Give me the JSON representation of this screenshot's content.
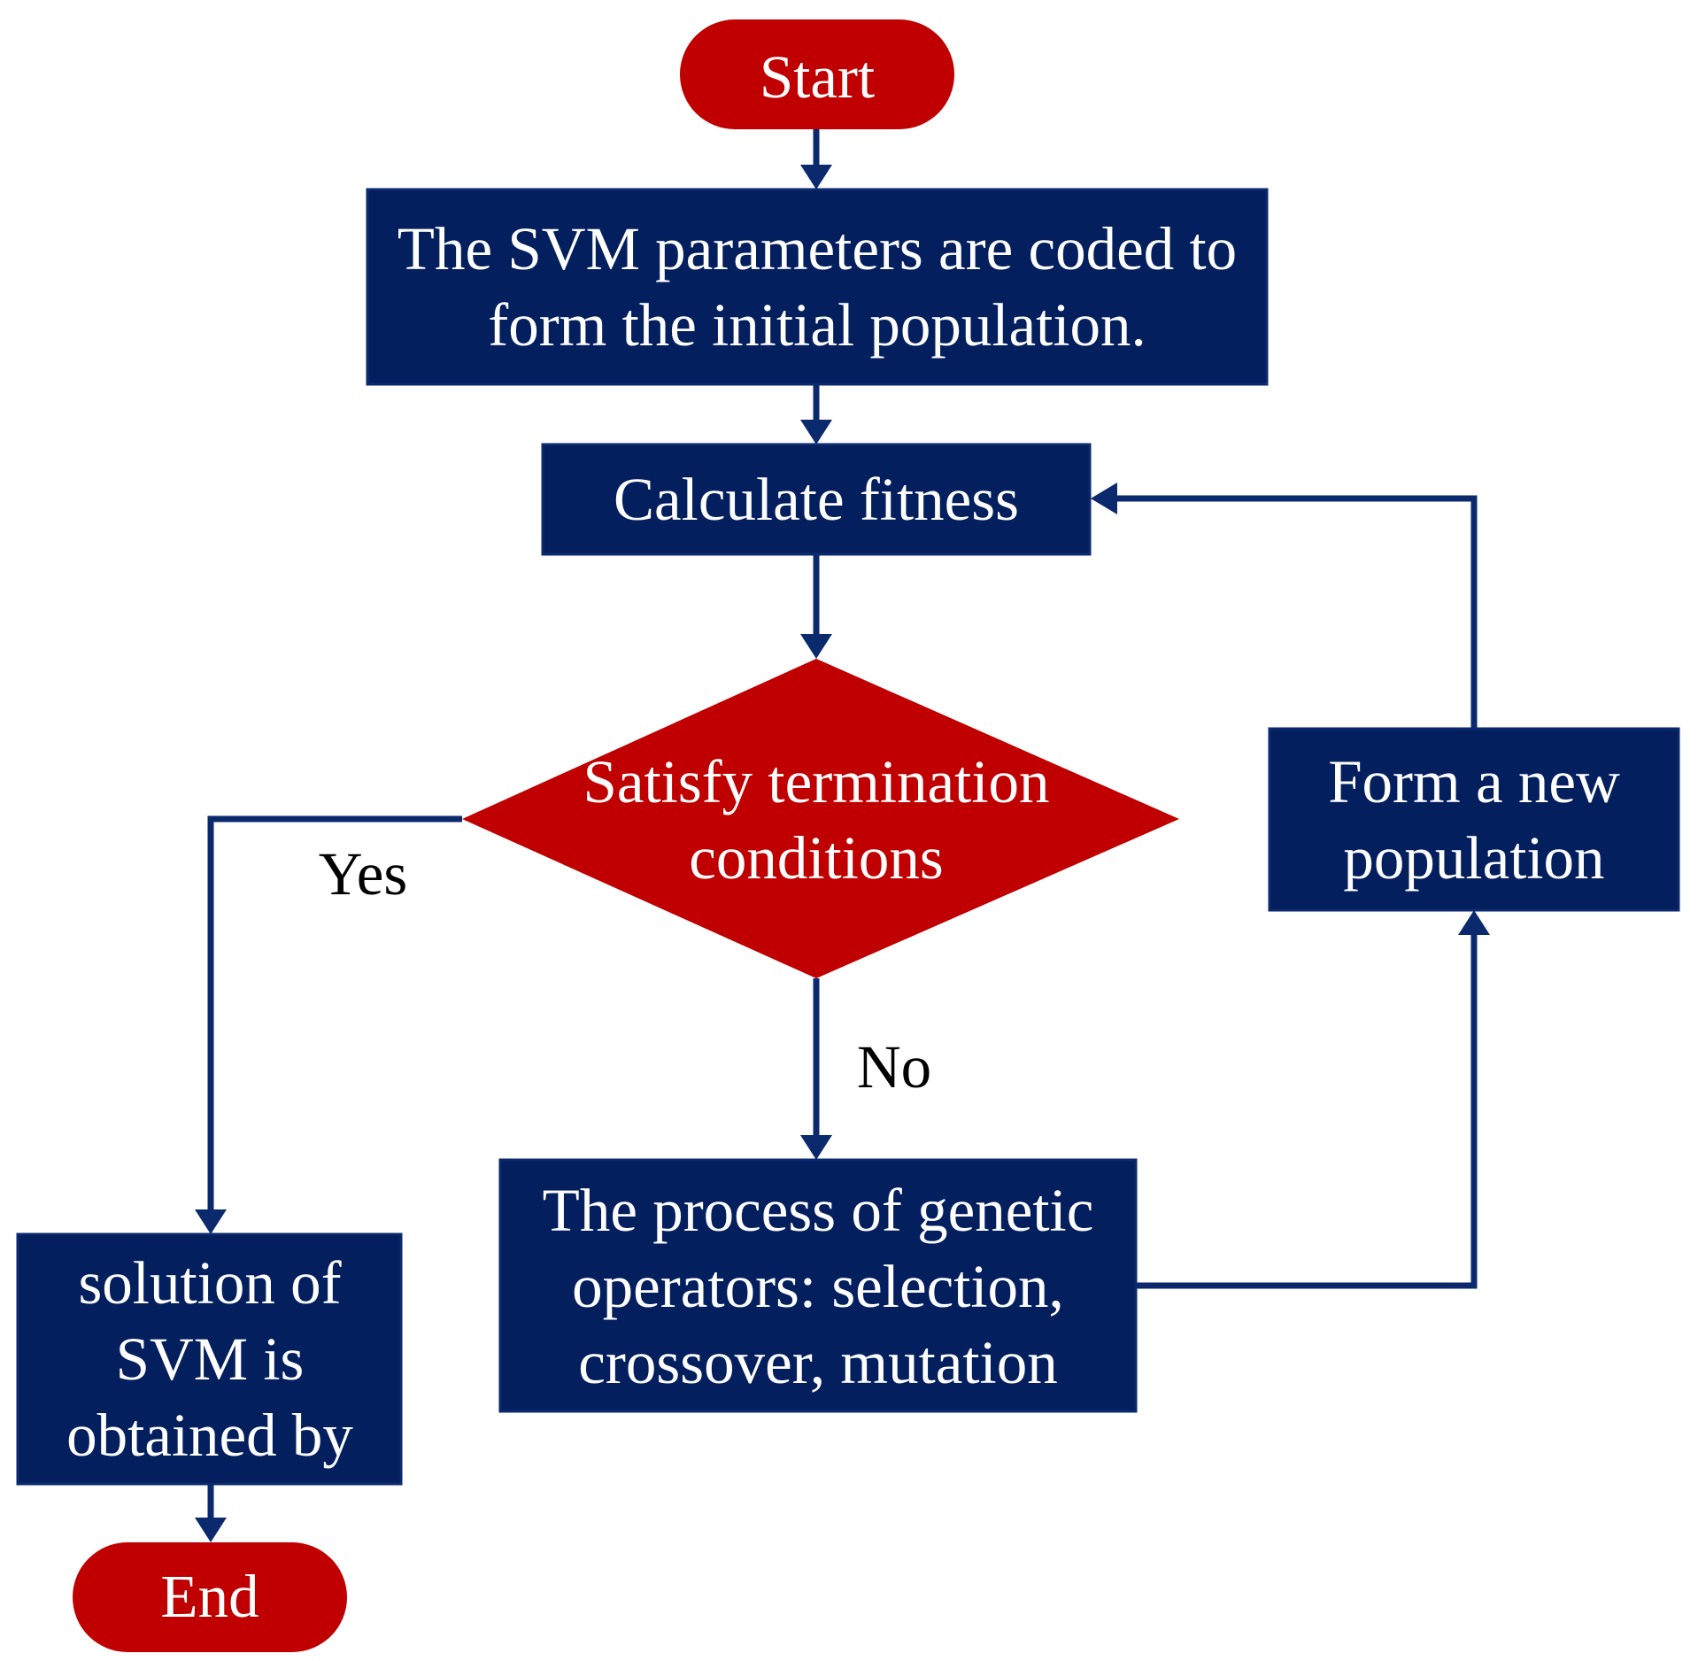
{
  "colors": {
    "process_fill": "#041f5e",
    "terminal_fill": "#c00000",
    "decision_fill": "#c00000",
    "connector": "#0b2a6e"
  },
  "nodes": {
    "start": {
      "label": "Start"
    },
    "init": {
      "lines": [
        "The SVM parameters are coded to",
        "form the initial population."
      ]
    },
    "fitness": {
      "label": "Calculate fitness"
    },
    "decision": {
      "lines": [
        "Satisfy termination",
        "conditions"
      ]
    },
    "new_population": {
      "lines": [
        "Form a new",
        "population"
      ]
    },
    "genetic": {
      "lines": [
        "The process of genetic",
        "operators: selection,",
        "crossover, mutation"
      ]
    },
    "solution": {
      "lines": [
        "solution of",
        "SVM is",
        "obtained by"
      ]
    },
    "end": {
      "label": "End"
    }
  },
  "edges": {
    "yes_label": "Yes",
    "no_label": "No"
  }
}
